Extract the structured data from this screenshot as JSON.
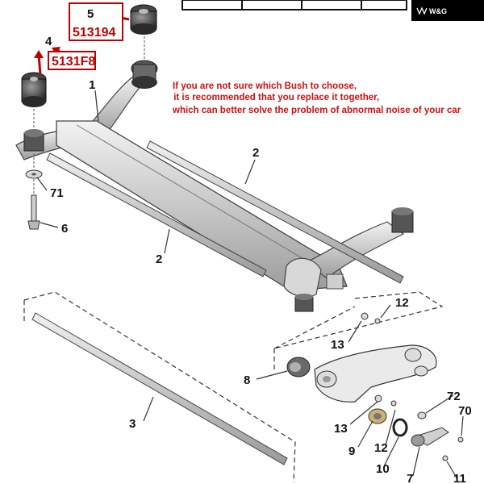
{
  "brand": {
    "logo_text": "W&G"
  },
  "parts": {
    "p1": "1",
    "p2a": "2",
    "p2b": "2",
    "p3": "3",
    "p4": "4",
    "p5": "5",
    "p6": "6",
    "p7": "7",
    "p8": "8",
    "p9": "9",
    "p10": "10",
    "p11": "11",
    "p12a": "12",
    "p12b": "12",
    "p13a": "13",
    "p13b": "13",
    "p70": "70",
    "p71": "71",
    "p72": "72"
  },
  "codes": {
    "top": "513194",
    "left": "5131F8"
  },
  "note": {
    "line1": "If you are not sure which Bush to choose,",
    "line2": " it is recommended that you replace it together,",
    "line3": "which can better solve the problem of abnormal noise of your car"
  },
  "colors": {
    "code_red": "#c00000",
    "note_red": "#d01010",
    "metal_light": "#e4e4e4",
    "metal_dark": "#8a8a8a"
  }
}
